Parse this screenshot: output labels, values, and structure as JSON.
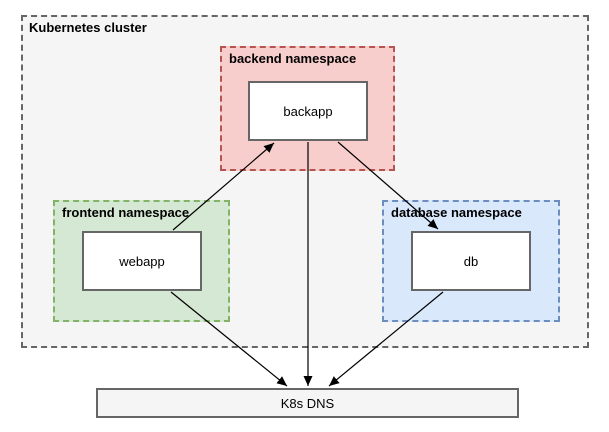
{
  "cluster": {
    "label": "Kubernetes cluster"
  },
  "namespaces": [
    {
      "id": "backend",
      "label": "backend namespace",
      "node": "backapp",
      "fill": "#f8cecc",
      "stroke": "#b85450"
    },
    {
      "id": "frontend",
      "label": "frontend namespace",
      "node": "webapp",
      "fill": "#d5e8d4",
      "stroke": "#82b366"
    },
    {
      "id": "database",
      "label": "database namespace",
      "node": "db",
      "fill": "#dae8fc",
      "stroke": "#6c8ebf"
    }
  ],
  "dns": {
    "label": "K8s DNS"
  },
  "edges": [
    {
      "from": "webapp",
      "to": "backapp"
    },
    {
      "from": "backapp",
      "to": "db"
    },
    {
      "from": "backapp",
      "to": "K8s DNS"
    },
    {
      "from": "webapp",
      "to": "K8s DNS"
    },
    {
      "from": "db",
      "to": "K8s DNS"
    }
  ],
  "colors": {
    "cluster_fill": "#f5f5f5",
    "cluster_stroke": "#666666",
    "backend_fill": "#f8cecc",
    "backend_stroke": "#b85450",
    "frontend_fill": "#d5e8d4",
    "frontend_stroke": "#82b366",
    "database_fill": "#dae8fc",
    "database_stroke": "#6c8ebf",
    "node_fill": "#ffffff",
    "node_stroke": "#666666",
    "dns_fill": "#f5f5f5",
    "edge_stroke": "#000000",
    "text_color": "#000000"
  }
}
